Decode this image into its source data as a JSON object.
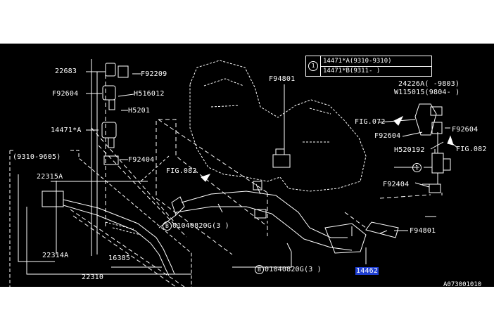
{
  "legend": {
    "symbol": "1",
    "rows": [
      "14471*A(9310-9310)",
      "14471*B(9311-    )"
    ]
  },
  "variant_box": {
    "label": "(9310-9605)"
  },
  "labels": {
    "p22683": "22683",
    "pF92209": "F92209",
    "pF92604_left": "F92604",
    "pH516012": "H516012",
    "pH5201": "H5201",
    "p14471A": "14471*A",
    "pF92404_left": "F92404",
    "pFIG082_left": "FIG.082",
    "p22315A": "22315A",
    "p22314A": "22314A",
    "p16385": "16385",
    "p22310": "22310",
    "pB_left": "01040820G(3 )",
    "pB_bottom": "01040820G(3 )",
    "pF94801_top": "F94801",
    "p24226A": "24226A( -9803)",
    "pW115015": "W115015(9804- )",
    "pFIG072": "FIG.072",
    "pF92604_right1": "F92604",
    "pF92604_right2": "F92604",
    "pH520192": "H520192",
    "pFIG082_right": "FIG.082",
    "pF92404_right": "F92404",
    "pF94801_right": "F94801",
    "p14462": "14462",
    "circle_1": "1",
    "circle_B": "B",
    "ref_code": "A073001010"
  },
  "colors": {
    "background": "#000000",
    "line": "#ffffff",
    "highlight": "#1f3fd1"
  }
}
